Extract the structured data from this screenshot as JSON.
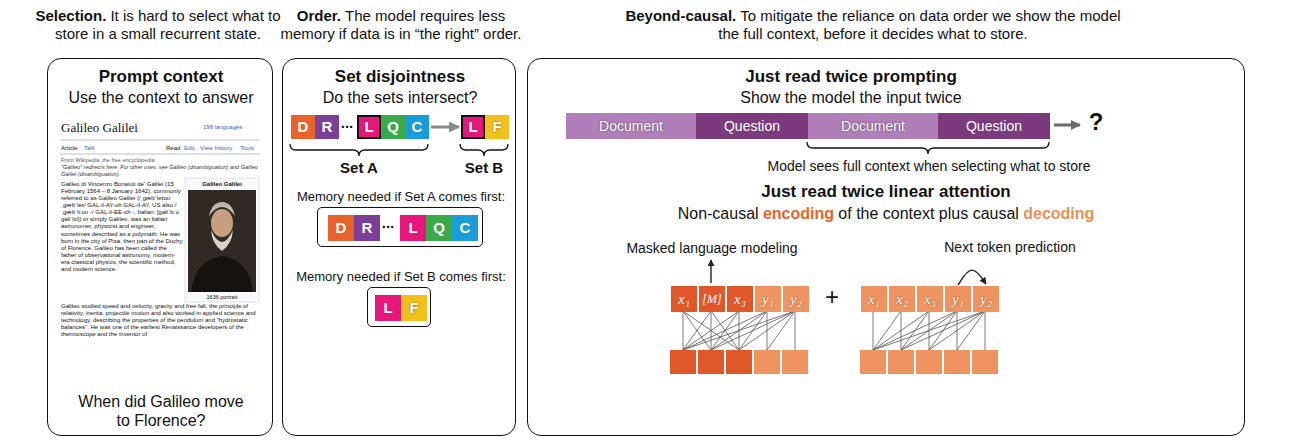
{
  "diagram": {
    "nodes": [
      {
        "text": [
          "Selection.",
          "It is hard to select what to store in a small recurrent state.",
          "Prompt context",
          "Use the context to answer",
          "When did Galileo move to Florence?"
        ]
      },
      {
        "text": [
          "Order.",
          "The model requires less memory if data is in “the right” order.",
          "Set disjointness",
          "Do the sets intersect?"
        ]
      },
      {
        "text": [
          "D"
        ],
        "in": 1
      },
      {
        "text": [
          "R"
        ],
        "in": 1
      },
      {
        "text": [
          "L"
        ],
        "in": 1
      },
      {
        "text": [
          "Q"
        ],
        "in": 1
      },
      {
        "text": [
          "C"
        ],
        "in": 1
      },
      {
        "text": [
          "L"
        ],
        "in": 1
      },
      {
        "text": [
          "F"
        ],
        "in": 1
      },
      {
        "text": [
          "Memory needed if Set A comes first:"
        ],
        "in": 1
      },
      {
        "text": [
          "D"
        ],
        "in": 9
      },
      {
        "text": [
          "R"
        ],
        "in": 9
      },
      {
        "text": [
          "L"
        ],
        "in": 9
      },
      {
        "text": [
          "Q"
        ],
        "in": 9
      },
      {
        "text": [
          "C"
        ],
        "in": 9
      },
      {
        "text": [
          "Memory needed if Set B comes first:"
        ],
        "in": 1
      },
      {
        "text": [
          "L"
        ],
        "in": 15
      },
      {
        "text": [
          "F"
        ],
        "in": 15
      },
      {
        "text": [
          "Beyond-causal.",
          "To mitigate the reliance on data order we show the model the full context, before it decides what to store.",
          "Just read twice prompting",
          "Show the model the input twice",
          "Model sees full context when selecting what to store",
          "Just read twice linear attention",
          "Non-causal",
          "encoding",
          "of the context plus causal",
          "decoding",
          "Masked language modeling"
        ]
      },
      {
        "text": [
          "Document"
        ],
        "in": 18
      },
      {
        "text": [
          "Question"
        ],
        "in": 18
      },
      {
        "text": [
          "Document"
        ],
        "in": 18
      },
      {
        "text": [
          "Question"
        ],
        "in": 18
      },
      {
        "text": [
          "x₁"
        ],
        "in": 18
      },
      {
        "text": [
          "[M]"
        ],
        "in": 18
      },
      {
        "text": [
          "x₃"
        ],
        "in": 18
      },
      {
        "text": [
          "y₁"
        ],
        "in": 18
      },
      {
        "text": [
          "y₂"
        ],
        "in": 18
      },
      {
        "text": [
          "x₁"
        ],
        "in": 18
      },
      {
        "text": [
          "x₂"
        ],
        "in": 18
      },
      {
        "text": [
          "x₃"
        ],
        "in": 18
      },
      {
        "text": [
          "y₁"
        ],
        "in": 18
      },
      {
        "text": [
          "y₂"
        ],
        "in": 18
      }
    ],
    "edges": [
      {
        "from": 6,
        "to": 7,
        "arrow": "to"
      },
      {
        "from": 31,
        "to": 32,
        "arrow": "to",
        "label": "Next token prediction"
      }
    ],
    "labels": [
      "Galileo Galilei",
      "198 languages",
      "Article",
      "Talk",
      "Read",
      "Edit",
      "View history",
      "Tools",
      "From Wikipedia, the free encyclopedia",
      "\"Galileo\" redirects here. For other uses, see Galileo (disambiguation) and Galileo Galilei (disambiguation).",
      "Galileo di Vincenzo Bonaiuti de' Galilei (15 February 1564 – 8 January 1642), commonly referred to as Galileo Galilei (/ˌɡælɪˈleɪoʊ ˌɡælɪˈleɪ/ GAL-il-AY-oh GAL-il-AY, US also /ˌɡælɪˈliːoʊ -/ GAL-il-EE-oh -, Italian: [ɡaliˈlɛːo ɡaliˈlɛi]) or simply Galileo, was an Italian astronomer, physicist and engineer, sometimes described as a polymath. He was born in the city of Pisa, then part of the Duchy of Florence. Galileo has been called the father of observational astronomy, modern-era classical physics, the scientific method, and modern science.",
      "Galileo studied speed and velocity, gravity and free fall, the principle of relativity, inertia, projectile motion and also worked in applied science and technology, describing the properties of the pendulum and \"hydrostatic balances\". He was one of the earliest Renaissance developers of the thermoscope and the inventor of",
      "Galileo Galilei",
      "1636 portrait",
      "...",
      "Set A",
      "Set B",
      "...",
      "?",
      "+"
    ]
  }
}
